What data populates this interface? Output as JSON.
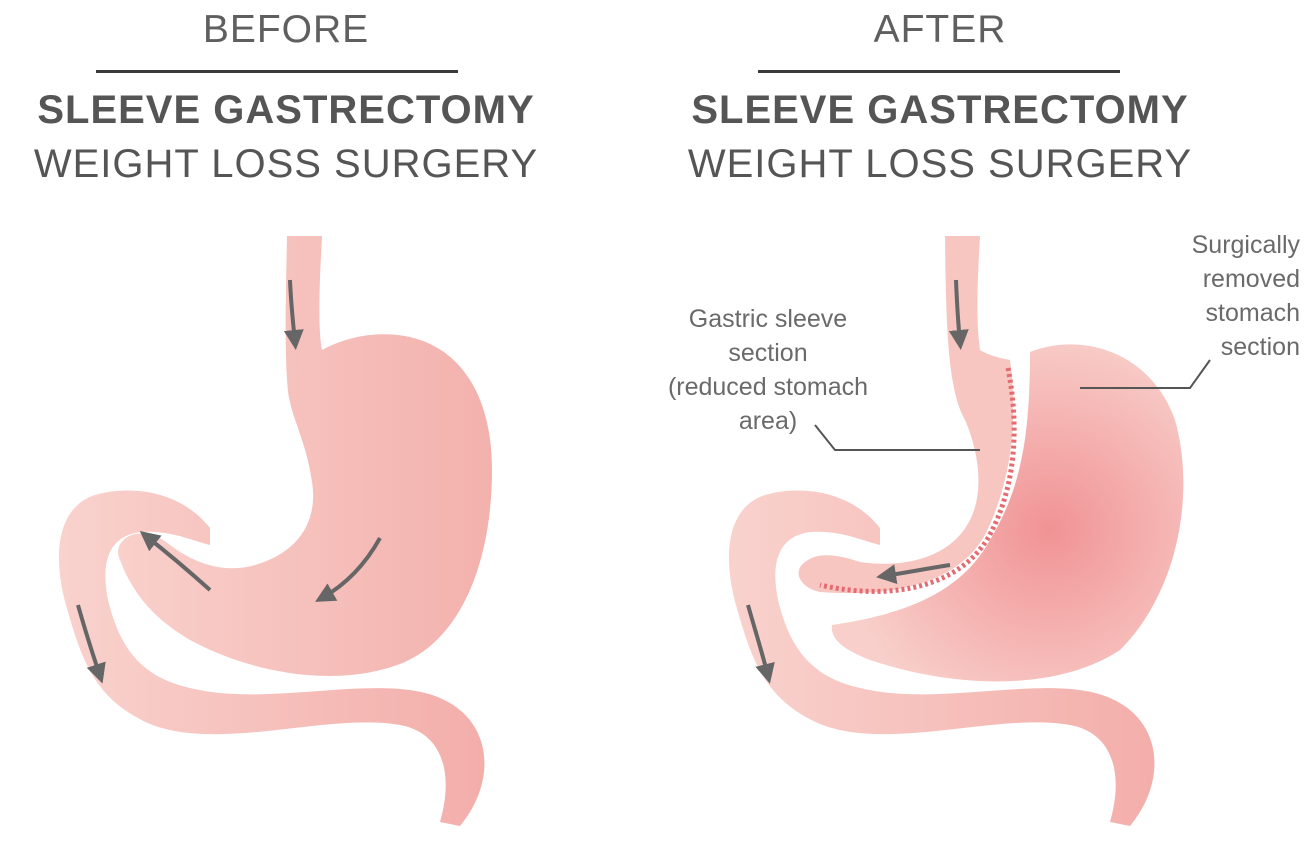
{
  "before": {
    "stage": "BEFORE",
    "title_line1": "SLEEVE GASTRECTOMY",
    "title_line2": "WEIGHT LOSS SURGERY"
  },
  "after": {
    "stage": "AFTER",
    "title_line1": "SLEEVE GASTRECTOMY",
    "title_line2": "WEIGHT LOSS SURGERY"
  },
  "callouts": {
    "sleeve": "Gastric sleeve\nsection\n(reduced stomach\narea)",
    "removed": "Surgically\nremoved\nstomach\nsection"
  },
  "colors": {
    "stomach_fill": "#f6c7c2",
    "stomach_dark": "#f09a9a",
    "staple": "#e46b72",
    "arrow": "#666666",
    "text": "#555555"
  }
}
